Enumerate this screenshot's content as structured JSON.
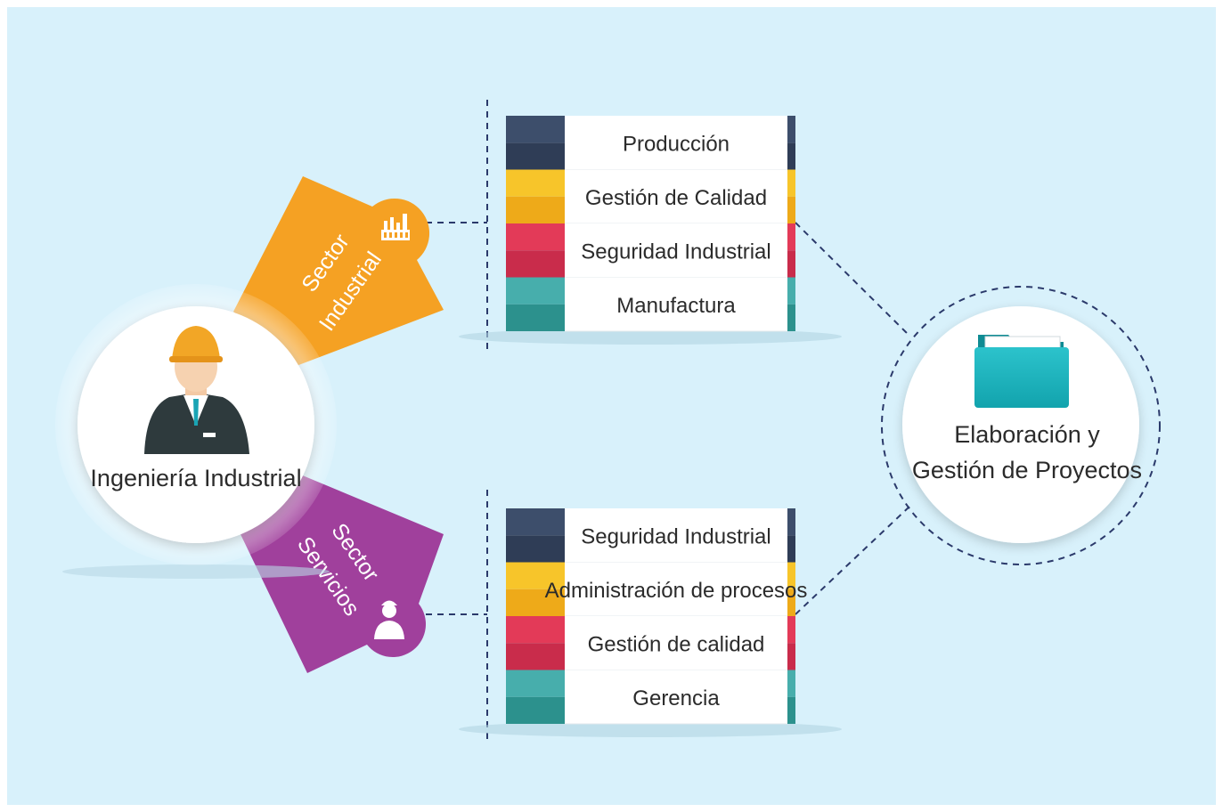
{
  "center": {
    "label": "Ingeniería Industrial",
    "icon": "engineer-icon"
  },
  "sectors": [
    {
      "id": "industrial",
      "line1": "Sector",
      "line2": "Industrial",
      "color": "#f5a123",
      "icon": "factory-icon"
    },
    {
      "id": "servicios",
      "line1": "Sector",
      "line2": "Servicios",
      "color": "#a0409c",
      "icon": "person-icon"
    }
  ],
  "lists": {
    "industrial": [
      "Producción",
      "Gestión de Calidad",
      "Seguridad Industrial",
      "Manufactura"
    ],
    "servicios": [
      "Seguridad Industrial",
      "Administración de procesos",
      "Gestión de calidad",
      "Gerencia"
    ]
  },
  "row_colors": [
    {
      "top": "#3d4e6b",
      "bottom": "#2f3d56"
    },
    {
      "top": "#f7c52a",
      "bottom": "#eeaa19"
    },
    {
      "top": "#e33a58",
      "bottom": "#c92c4b"
    },
    {
      "top": "#47aeac",
      "bottom": "#2c918d"
    }
  ],
  "goal": {
    "line1": "Elaboración y",
    "line2": "Gestión de Proyectos",
    "icon": "folder-icon"
  },
  "colors": {
    "background": "#d8f1fb",
    "line": "#2b3a6b"
  }
}
